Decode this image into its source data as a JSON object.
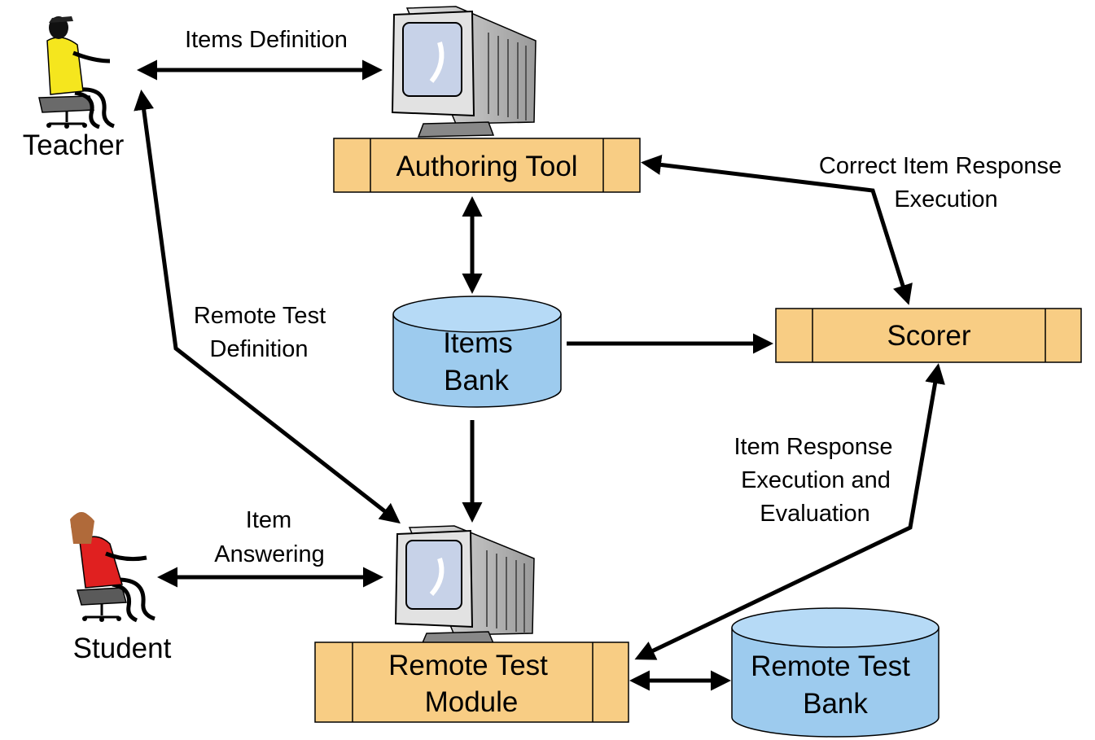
{
  "actors": {
    "teacher": "Teacher",
    "student": "Student"
  },
  "nodes": {
    "authoring_tool": "Authoring Tool",
    "scorer": "Scorer",
    "remote_test_module": [
      "Remote Test",
      "Module"
    ],
    "items_bank": [
      "Items",
      "Bank"
    ],
    "remote_test_bank": [
      "Remote Test",
      "Bank"
    ]
  },
  "edges": {
    "items_definition": "Items Definition",
    "correct_item_response": [
      "Correct Item Response",
      "Execution"
    ],
    "remote_test_definition": [
      "Remote Test",
      "Definition"
    ],
    "item_answering": [
      "Item",
      "Answering"
    ],
    "item_response_evaluation": [
      "Item Response",
      "Execution and",
      "Evaluation"
    ]
  },
  "colors": {
    "box_fill": "#f8cd84",
    "cylinder_fill": "#9dcbee",
    "teacher_shirt": "#f5e61e",
    "student_shirt": "#e02020",
    "monitor_screen": "#c7d2e8"
  }
}
